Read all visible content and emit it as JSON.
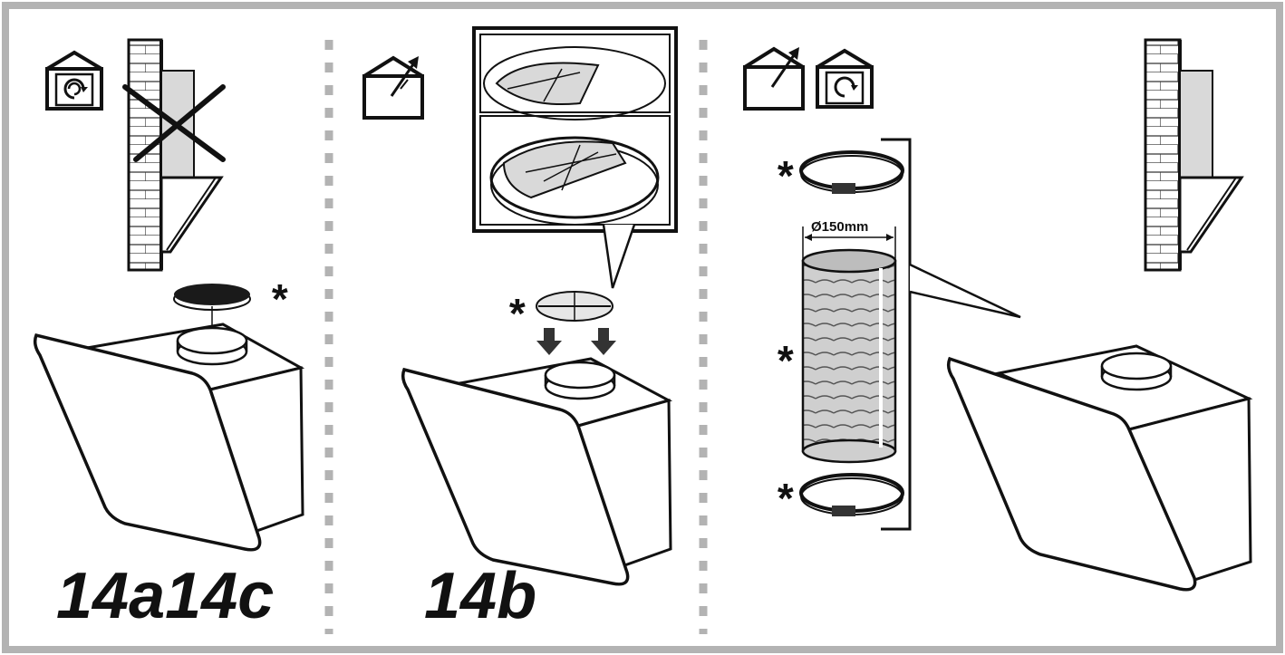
{
  "panels": [
    {
      "id": "a",
      "label": "14a14c",
      "modes": [
        "recirculation-icon"
      ],
      "wall_mode": "crossed"
    },
    {
      "id": "b",
      "label": "14b",
      "modes": [
        "exhaust-icon"
      ]
    },
    {
      "id": "c",
      "label": "",
      "modes": [
        "exhaust-icon",
        "recirculation-icon"
      ]
    }
  ],
  "pipe": {
    "diameter_label": "Ø150mm"
  },
  "optional_mark": "*",
  "colors": {
    "border": "#b3b3b3",
    "divider": "#b3b3b3",
    "ink": "#111111",
    "fill_gray": "#d9d9d9",
    "filter_dark": "#1a1a1a"
  }
}
